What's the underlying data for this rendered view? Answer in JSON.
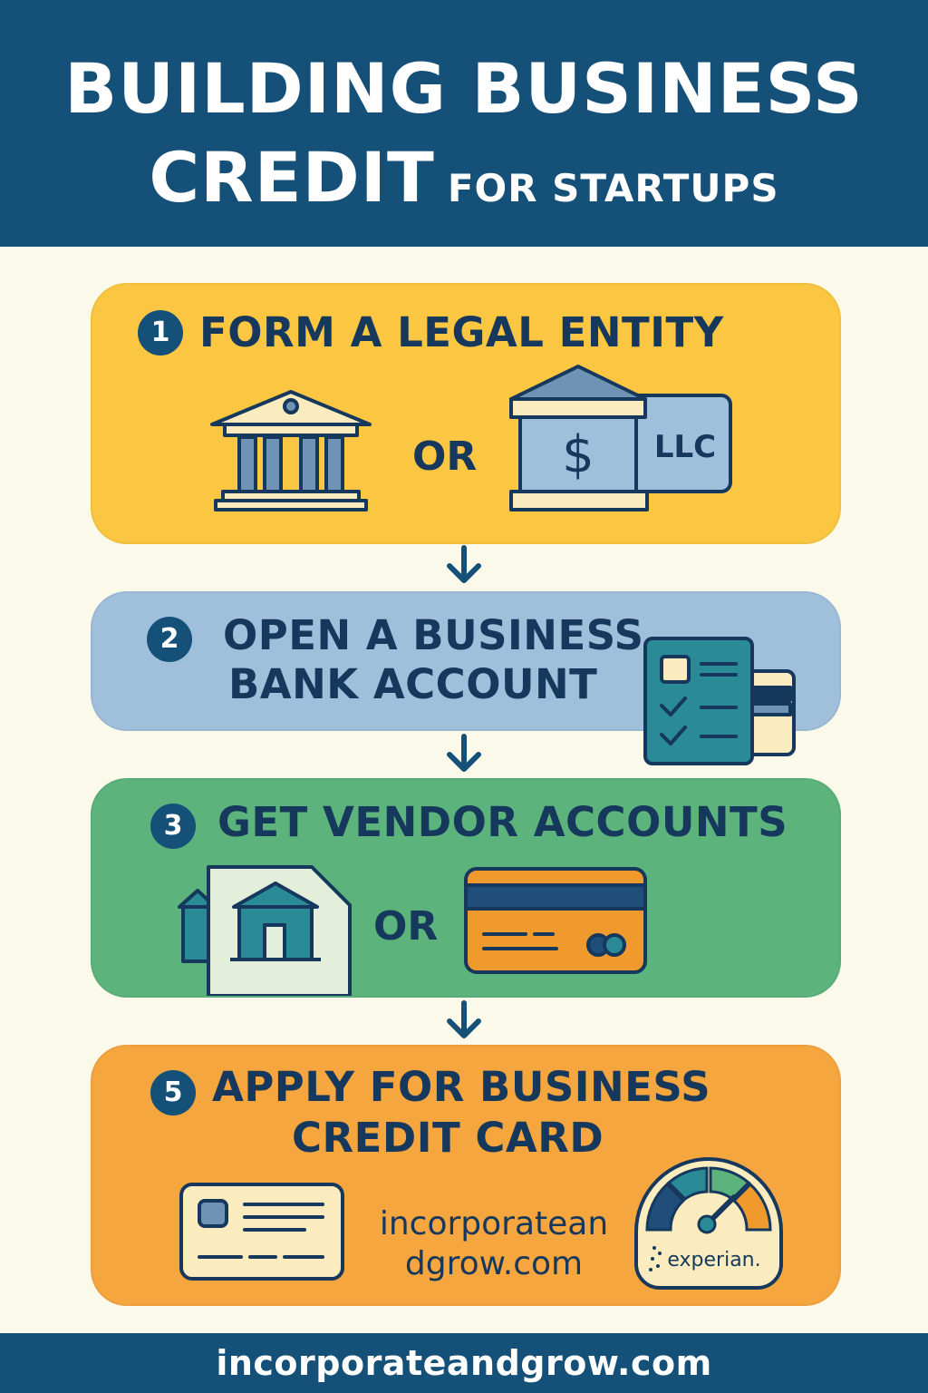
{
  "header": {
    "title_line1": "BUILDING BUSINESS",
    "title_line2": "CREDIT",
    "subtitle": "FOR STARTUPS"
  },
  "steps": [
    {
      "number": "1",
      "title": "FORM A LEGAL ENTITY",
      "or": "OR",
      "badge": "LLC",
      "currency": "$",
      "icons": [
        "government-building-icon",
        "bank-llc-icon"
      ]
    },
    {
      "number": "2",
      "title_line1": "OPEN A BUSINESS",
      "title_line2": "BANK ACCOUNT",
      "icons": [
        "checklist-document-icon",
        "bank-card-icon"
      ]
    },
    {
      "number": "3",
      "title": "GET VENDOR ACCOUNTS",
      "or": "OR",
      "icons": [
        "vendor-store-document-icon",
        "credit-card-icon"
      ]
    },
    {
      "number": "5",
      "title_line1": "APPLY FOR BUSINESS",
      "title_line2": "CREDIT CARD",
      "brand_line1": "incorporatean",
      "brand_line2": "dgrow.com",
      "bureau": "experian.",
      "icons": [
        "id-card-icon",
        "credit-score-gauge-icon"
      ]
    }
  ],
  "footer": {
    "url": "incorporateandgrow.com"
  },
  "colors": {
    "navy": "#145078",
    "text": "#15385c",
    "step1": "#fbc742",
    "step2": "#9fbfdb",
    "step3": "#5cb47c",
    "step4": "#f6a63f",
    "background": "#fbf9ea"
  }
}
